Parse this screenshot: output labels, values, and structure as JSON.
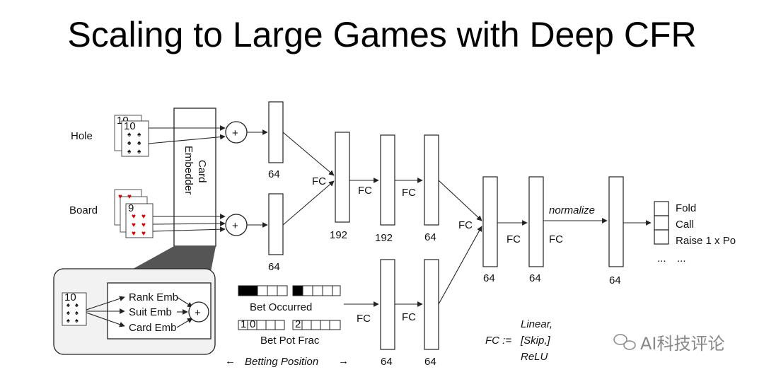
{
  "title": "Scaling to Large Games with Deep CFR",
  "inputs": {
    "hole": "Hole",
    "board": "Board"
  },
  "card_embedder": {
    "line1": "Card",
    "line2": "Embedder"
  },
  "embed_detail": {
    "rank": "Rank Emb",
    "suit": "Suit Emb",
    "card": "Card Emb"
  },
  "layers": {
    "hole_out": "64",
    "board_out": "64",
    "card_fc1": "192",
    "card_fc2": "192",
    "card_fc3": "64",
    "bet_fc1": "64",
    "bet_fc2": "64",
    "comb_fc1": "64",
    "comb_fc2": "64",
    "norm_out": "64"
  },
  "fc_label": "FC",
  "normalize": "normalize",
  "bet_features": {
    "occurred": "Bet Occurred",
    "pot_frac": "Bet Pot Frac",
    "pot_frac_cells": [
      "1",
      "0",
      "2"
    ],
    "position": "Betting Position"
  },
  "actions": [
    "Fold",
    "Call",
    "Raise 1 x Po",
    "...",
    "..."
  ],
  "fc_def": {
    "lhs": "FC :=",
    "line1": "Linear,",
    "line2": "[Skip,]",
    "line3": "ReLU"
  },
  "watermark": "AI科技评论",
  "plus": "+",
  "arrows": {
    "left": "←",
    "right": "→"
  },
  "cards": {
    "hole_rank": "10",
    "board_rank": "9"
  }
}
